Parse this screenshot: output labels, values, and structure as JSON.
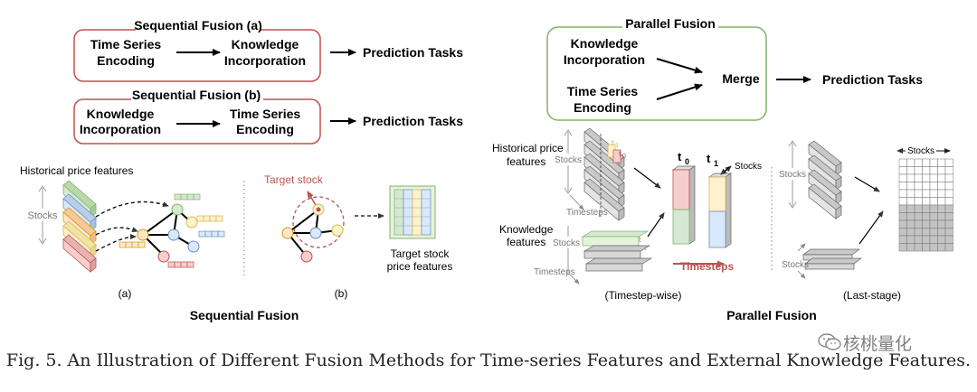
{
  "sequential_a": {
    "title": "Sequential Fusion (a)",
    "box1_line1": "Time Series",
    "box1_line2": "Encoding",
    "box2_line1": "Knowledge",
    "box2_line2": "Incorporation",
    "output": "Prediction Tasks"
  },
  "sequential_b": {
    "title": "Sequential Fusion (b)",
    "box1_line1": "Knowledge",
    "box1_line2": "Incorporation",
    "box2_line1": "Time Series",
    "box2_line2": "Encoding",
    "output": "Prediction Tasks"
  },
  "parallel": {
    "title": "Parallel Fusion",
    "in1_line1": "Knowledge",
    "in1_line2": "Incorporation",
    "in2_line1": "Time Series",
    "in2_line2": "Encoding",
    "merge": "Merge",
    "output": "Prediction Tasks"
  },
  "seq_detail": {
    "hist_label": "Historical price features",
    "stocks": "Stocks",
    "target_stock": "Target stock",
    "target_line1": "Target stock",
    "target_line2": "price features",
    "sub_a": "(a)",
    "sub_b": "(b)",
    "section": "Sequential Fusion"
  },
  "par_detail": {
    "hist_line1": "Historical price",
    "hist_line2": "features",
    "know_line1": "Knowledge",
    "know_line2": "features",
    "stocks": "Stocks",
    "timesteps": "Timesteps",
    "t0": "t",
    "t0_sub": "0",
    "t1": "t",
    "t1_sub": "1",
    "timesteps_red": "Timesteps",
    "stocks_top": "Stocks",
    "sub_timestep": "(Timestep-wise)",
    "sub_last": "(Last-stage)",
    "section": "Parallel Fusion"
  },
  "caption": "Fig. 5.  An Illustration of Different Fusion Methods for Time-series Features and External Knowledge Features.",
  "watermark": "核桃量化",
  "colors": {
    "red_box": "#c0504d",
    "green_box": "#82b366",
    "node_orange": "#ffcc99",
    "node_blue": "#dae8fc",
    "node_green": "#d5e8d4",
    "node_red": "#f8cecc",
    "node_yellow": "#fff2cc",
    "target_red": "#b85450"
  }
}
